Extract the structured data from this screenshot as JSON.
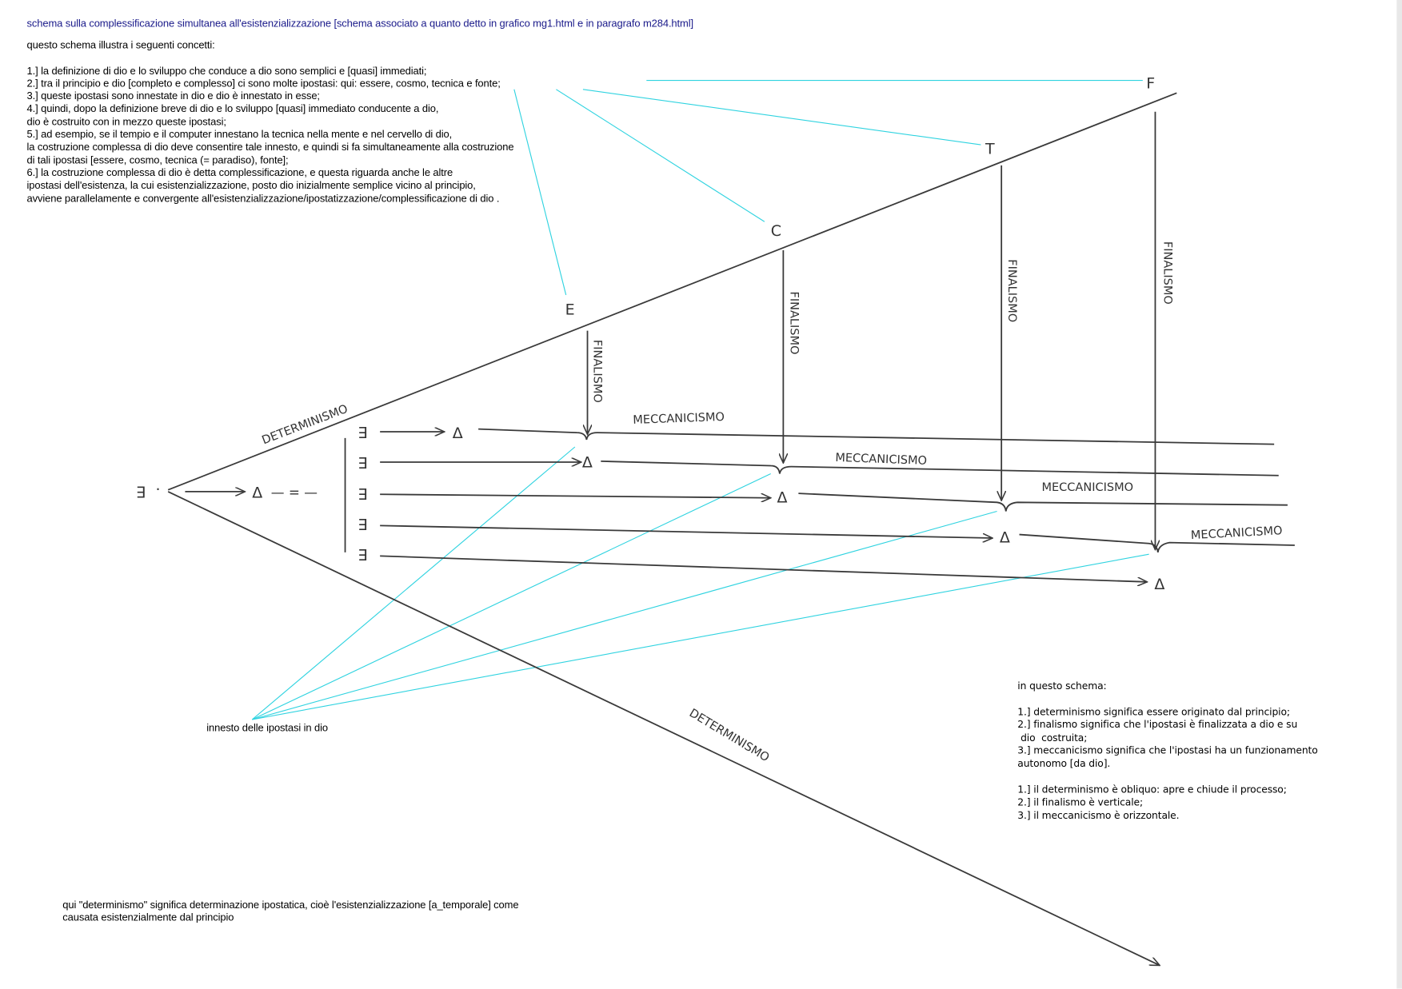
{
  "title": "schema sulla complessificazione simultanea all'esistenzializzazione [schema associato a quanto detto in grafico mg1.html e in paragrafo m284.html]",
  "intro_lines": [
    "questo schema illustra i seguenti concetti:",
    "",
    "1.] la definizione di dio e lo sviluppo che conduce a dio sono semplici e [quasi] immediati;",
    "2.] tra il principio e dio [completo e complesso] ci sono molte ipostasi: qui: essere, cosmo, tecnica e fonte;",
    "3.] queste ipostasi sono innestate in dio e dio è innestato in esse;",
    "4.] quindi, dopo la definizione breve di dio e lo sviluppo [quasi] immediato conducente a dio,",
    "dio è costruito con in mezzo queste ipostasi;",
    "5.] ad esempio, se il tempio e il computer innestano la tecnica nella mente e nel cervello di dio,",
    "la costruzione complessa di dio deve consentire tale innesto, e quindi si fa simultaneamente alla costruzione",
    "di tali ipostasi [essere, cosmo, tecnica (= paradiso), fonte];",
    "6.] la costruzione complessa di dio è detta complessificazione, e questa riguarda anche le altre",
    "ipostasi dell'esistenza, la cui esistenzializzazione, posto dio inizialmente semplice vicino al principio,",
    "avviene parallelamente e convergente all'esistenzializzazione/ipostatizzazione/complessificazione di dio ."
  ],
  "legend_lines": [
    "in questo schema:",
    "",
    "1.] determinismo significa essere originato dal principio;",
    "2.] finalismo significa che l'ipostasi è finalizzata a dio e su",
    " dio  costruita;",
    "3.] meccanicismo significa che l'ipostasi ha un funzionamento",
    "autonomo [da dio].",
    "",
    "1.] il determinismo è obliquo: apre e chiude il processo;",
    "2.] il finalismo è verticale;",
    "3.] il meccanicismo è orizzontale."
  ],
  "note_lines": [
    "qui \"determinismo\" significa determinazione ipostatica, cioè l'esistenzializzazione [a_temporale] come",
    "causata esistenzialmente dal principio"
  ],
  "innesto_label": "innesto delle ipostasi in dio",
  "diagram": {
    "principle": "∃",
    "exist_symbol": "∃",
    "god_symbol": "Δ",
    "dashes": "— = —",
    "hypostases": [
      "E",
      "C",
      "T",
      "F"
    ],
    "determinismo": "DETERMINISMO",
    "finalismo": "FINALISMO",
    "meccanicismo": "MECCANICISMO"
  },
  "colors": {
    "title": "#1a1a8a",
    "ink": "#3a3a3a",
    "cyan": "#2fd3e0"
  }
}
